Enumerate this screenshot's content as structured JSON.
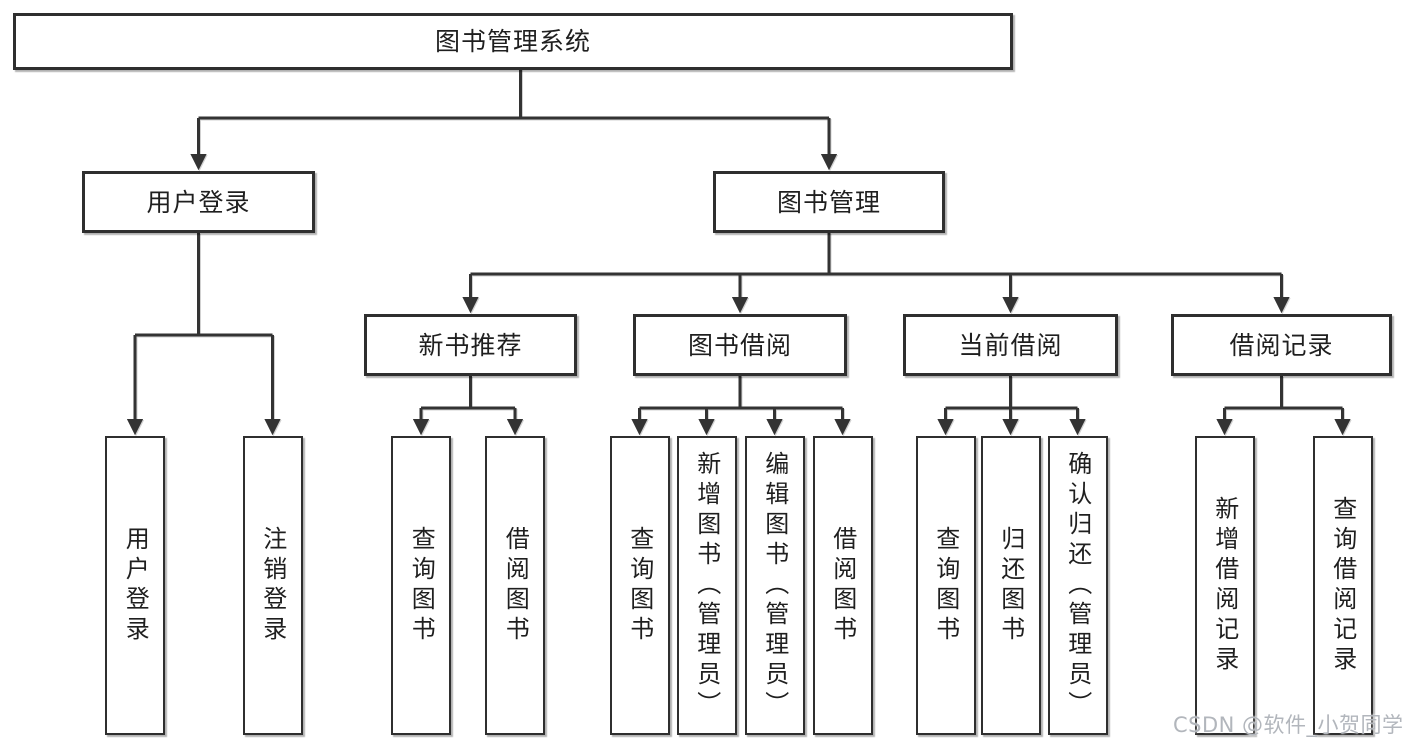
{
  "diagram_type": "functional-structure-tree",
  "watermark": "CSDN @软件_小贺同学",
  "colors": {
    "line": "#333333",
    "box_border": "#2f2f2f",
    "text": "#1f1f1f",
    "background": "#ffffff",
    "watermark": "#b2b6bc"
  },
  "tree": {
    "label": "图书管理系统",
    "children": [
      {
        "label": "用户登录",
        "children": [
          {
            "label": "用户登录"
          },
          {
            "label": "注销登录"
          }
        ]
      },
      {
        "label": "图书管理",
        "children": [
          {
            "label": "新书推荐",
            "children": [
              {
                "label": "查询图书"
              },
              {
                "label": "借阅图书"
              }
            ]
          },
          {
            "label": "图书借阅",
            "children": [
              {
                "label": "查询图书"
              },
              {
                "label": "新增图书（管理员）"
              },
              {
                "label": "编辑图书（管理员）"
              },
              {
                "label": "借阅图书"
              }
            ]
          },
          {
            "label": "当前借阅",
            "children": [
              {
                "label": "查询图书"
              },
              {
                "label": "归还图书"
              },
              {
                "label": "确认归还（管理员）"
              }
            ]
          },
          {
            "label": "借阅记录",
            "children": [
              {
                "label": "新增借阅记录"
              },
              {
                "label": "查询借阅记录"
              }
            ]
          }
        ]
      }
    ]
  }
}
